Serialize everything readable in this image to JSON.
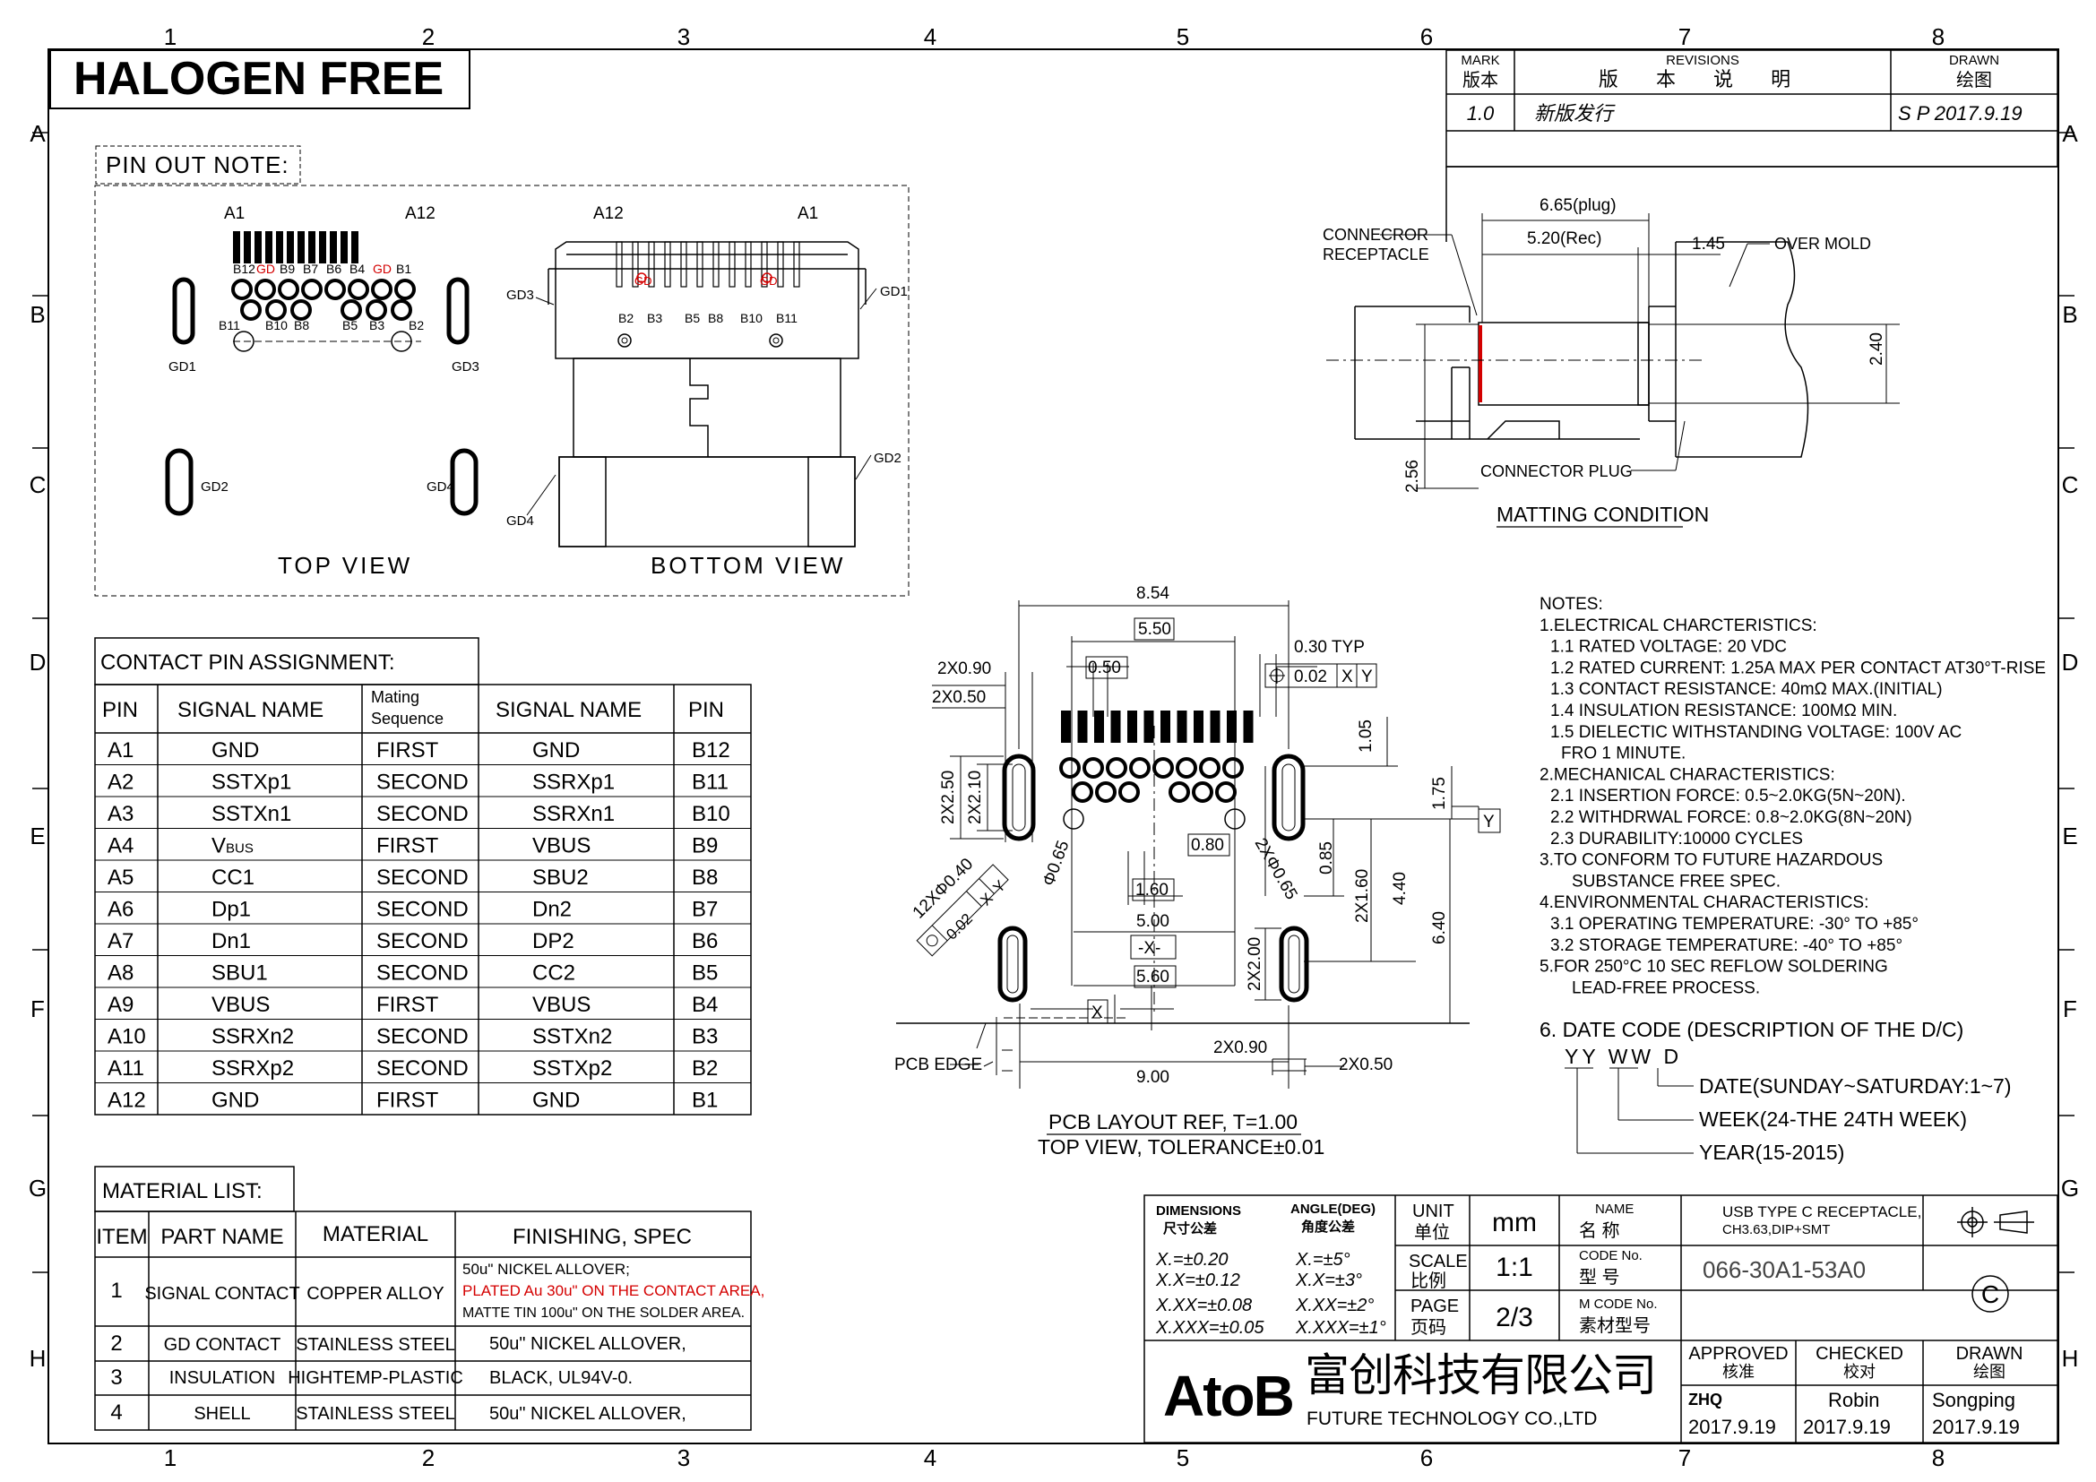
{
  "border": {
    "cols": [
      "1",
      "2",
      "3",
      "4",
      "5",
      "6",
      "7",
      "8"
    ],
    "rows": [
      "A",
      "B",
      "C",
      "D",
      "E",
      "F",
      "G",
      "H"
    ]
  },
  "banner": "HALOGEN FREE",
  "revisions": {
    "mark_h1": "MARK",
    "mark_h2": "版本",
    "rev_h1": "REVISIONS",
    "rev_h2": "版 本 说 明",
    "drawn_h1": "DRAWN",
    "drawn_h2": "绘图",
    "rows": [
      {
        "mark": "1.0",
        "desc": "新版发行",
        "drawn": "S P 2017.9.19"
      }
    ]
  },
  "pinout": {
    "title": "PIN OUT NOTE:",
    "top_view": "TOP VIEW",
    "bottom_view": "BOTTOM VIEW",
    "labels": {
      "a1": "A1",
      "a12": "A12",
      "gd1": "GD1",
      "gd2": "GD2",
      "gd3": "GD3",
      "gd4": "GD4",
      "b_top": [
        "B12",
        "GD",
        "B9",
        "B7",
        "B6",
        "B4",
        "GD",
        "B1"
      ],
      "b_bot": [
        "B11",
        "B10",
        "B8",
        "B5",
        "B3",
        "B2"
      ],
      "bv_top": [
        "GD",
        "GD"
      ],
      "bv_bot": [
        "B2",
        "B3",
        "B5",
        "B8",
        "B10",
        "B11"
      ]
    }
  },
  "mating": {
    "title": "MATTING CONDITION",
    "receptacle": [
      "CONNECROR",
      "RECEPTACLE"
    ],
    "plug": "CONNECTOR PLUG",
    "overmold": "OVER MOLD",
    "d1": "6.65(plug)",
    "d2": "5.20(Rec)",
    "d3": "1.45",
    "d4": "2.40",
    "d5": "2.56"
  },
  "contact": {
    "title": "CONTACT PIN ASSIGNMENT:",
    "headers": [
      "PIN",
      "SIGNAL NAME",
      "Mating",
      "Sequence",
      "SIGNAL NAME",
      "PIN"
    ],
    "rows": [
      [
        "A1",
        "GND",
        "FIRST",
        "GND",
        "B12"
      ],
      [
        "A2",
        "SSTXp1",
        "SECOND",
        "SSRXp1",
        "B11"
      ],
      [
        "A3",
        "SSTXn1",
        "SECOND",
        "SSRXn1",
        "B10"
      ],
      [
        "A4",
        "V",
        "FIRST",
        "VBUS",
        "B9"
      ],
      [
        "A5",
        "CC1",
        "SECOND",
        "SBU2",
        "B8"
      ],
      [
        "A6",
        "Dp1",
        "SECOND",
        "Dn2",
        "B7"
      ],
      [
        "A7",
        "Dn1",
        "SECOND",
        "DP2",
        "B6"
      ],
      [
        "A8",
        "SBU1",
        "SECOND",
        "CC2",
        "B5"
      ],
      [
        "A9",
        "VBUS",
        "FIRST",
        "VBUS",
        "B4"
      ],
      [
        "A10",
        "SSRXn2",
        "SECOND",
        "SSTXn2",
        "B3"
      ],
      [
        "A11",
        "SSRXp2",
        "SECOND",
        "SSTXp2",
        "B2"
      ],
      [
        "A12",
        "GND",
        "FIRST",
        "GND",
        "B1"
      ]
    ],
    "vbus_sub": "BUS"
  },
  "material": {
    "title": "MATERIAL LIST:",
    "headers": [
      "ITEM",
      "PART NAME",
      "MATERIAL",
      "FINISHING, SPEC"
    ],
    "rows": [
      {
        "item": "1",
        "part": "SIGNAL CONTACT",
        "mat": "COPPER ALLOY",
        "fin1": "50u\" NICKEL ALLOVER;",
        "fin2": "PLATED Au 30u\" ON THE CONTACT AREA,",
        "fin3": "MATTE TIN 100u\" ON THE SOLDER AREA."
      },
      {
        "item": "2",
        "part": "GD CONTACT",
        "mat": "STAINLESS STEEL",
        "fin1": "50u\" NICKEL ALLOVER,"
      },
      {
        "item": "3",
        "part": "INSULATION",
        "mat": "HIGHTEMP-PLASTIC",
        "fin1": "BLACK, UL94V-0."
      },
      {
        "item": "4",
        "part": "SHELL",
        "mat": "STAINLESS STEEL",
        "fin1": "50u\" NICKEL ALLOVER,"
      }
    ]
  },
  "pcb": {
    "title": "PCB LAYOUT REF, T=1.00",
    "subtitle": "TOP VIEW, TOLERANCE±0.01",
    "pcb_edge": "PCB EDGE",
    "dims": {
      "d854": "8.54",
      "d550": "5.50",
      "d030": "0.30 TYP",
      "d050": "0.50",
      "d2x090": "2X0.90",
      "d2x050": "2X0.50",
      "fcf1": "0.02",
      "fcf1x": "X",
      "fcf1y": "Y",
      "d105": "1.05",
      "d175": "1.75",
      "d2x250": "2X2.50",
      "d2x210": "2X2.10",
      "d065": "Φ0.65",
      "d080": "0.80",
      "d2x065": "2XΦ0.65",
      "d085": "0.85",
      "d2x160": "2X1.60",
      "d440": "4.40",
      "d640": "6.40",
      "d12x": "12XΦ0.40",
      "fcf2": "0.02",
      "fcf2x": "X",
      "fcf2y": "Y",
      "d160": "1.60",
      "d500": "5.00",
      "dX": "-X-",
      "d560": "5.60",
      "d2x200": "2X2.00",
      "bx": "X",
      "d2x090b": "2X0.90",
      "d2x050b": "2X0.50",
      "d900": "9.00",
      "by": "Y"
    }
  },
  "notes": {
    "lines": [
      "NOTES:",
      "1.ELECTRICAL CHARCTERISTICS:",
      "1.1 RATED VOLTAGE: 20 VDC",
      "1.2 RATED CURRENT: 1.25A MAX PER CONTACT AT30°T-RISE",
      "1.3 CONTACT RESISTANCE: 40mΩ MAX.(INITIAL)",
      "1.4 INSULATION RESISTANCE: 100MΩ MIN.",
      "1.5 DIELECTIC WITHSTANDING VOLTAGE: 100V AC",
      "FRO 1 MINUTE.",
      "2.MECHANICAL CHARACTERISTICS:",
      "2.1 INSERTION FORCE: 0.5~2.0KG(5N~20N).",
      "2.2 WITHDRWAL FORCE: 0.8~2.0KG(8N~20N)",
      "2.3 DURABILITY:10000 CYCLES",
      "3.TO CONFORM TO FUTURE HAZARDOUS",
      "SUBSTANCE FREE SPEC.",
      "4.ENVIRONMENTAL CHARACTERISTICS:",
      "3.1 OPERATING TEMPERATURE: -30° TO +85°",
      "3.2 STORAGE TEMPERATURE: -40° TO +85°",
      "5.FOR 250°C 10 SEC REFLOW SOLDERING",
      "LEAD-FREE PROCESS."
    ],
    "datecode": {
      "title": "6. DATE CODE (DESCRIPTION OF THE D/C)",
      "code": "YY WW D",
      "d": "DATE(SUNDAY~SATURDAY:1~7)",
      "w": "WEEK(24-THE 24TH WEEK)",
      "y": "YEAR(15-2015)"
    }
  },
  "titleblock": {
    "dims_h1": "DIMENSIONS",
    "dims_h2": "尺寸公差",
    "ang_h1": "ANGLE(DEG)",
    "ang_h2": "角度公差",
    "tol": [
      "X.=±0.20",
      "X.X=±0.12",
      "X.XX=±0.08",
      "X.XXX=±0.05"
    ],
    "ang": [
      "X.=±5°",
      "X.X=±3°",
      "X.XX=±2°",
      "X.XXX=±1°"
    ],
    "unit_l1": "UNIT",
    "unit_l2": "单位",
    "unit": "mm",
    "scale_l1": "SCALE",
    "scale_l2": "比例",
    "scale": "1:1",
    "page_l1": "PAGE",
    "page_l2": "页码",
    "page": "2/3",
    "name_l1": "NAME",
    "name_l2": "名 称",
    "name1": "USB TYPE C RECEPTACLE,",
    "name2": "CH3.63,DIP+SMT",
    "code_l1": "CODE No.",
    "code_l2": "型 号",
    "code": "066-30A1-53A0",
    "mcode_l1": "M CODE No.",
    "mcode_l2": "素材型号",
    "approved_l1": "APPROVED",
    "approved_l2": "核准",
    "approved": "ZHQ",
    "approved_date": "2017.9.19",
    "checked_l1": "CHECKED",
    "checked_l2": "校对",
    "checked": "Robin",
    "checked_date": "2017.9.19",
    "drawn_l1": "DRAWN",
    "drawn_l2": "绘图",
    "drawn": "Songping",
    "drawn_date": "2017.9.19",
    "logo": "AtoB",
    "company_cn": "富创科技有限公司",
    "company_en": "FUTURE TECHNOLOGY CO.,LTD",
    "copyright": "C"
  }
}
